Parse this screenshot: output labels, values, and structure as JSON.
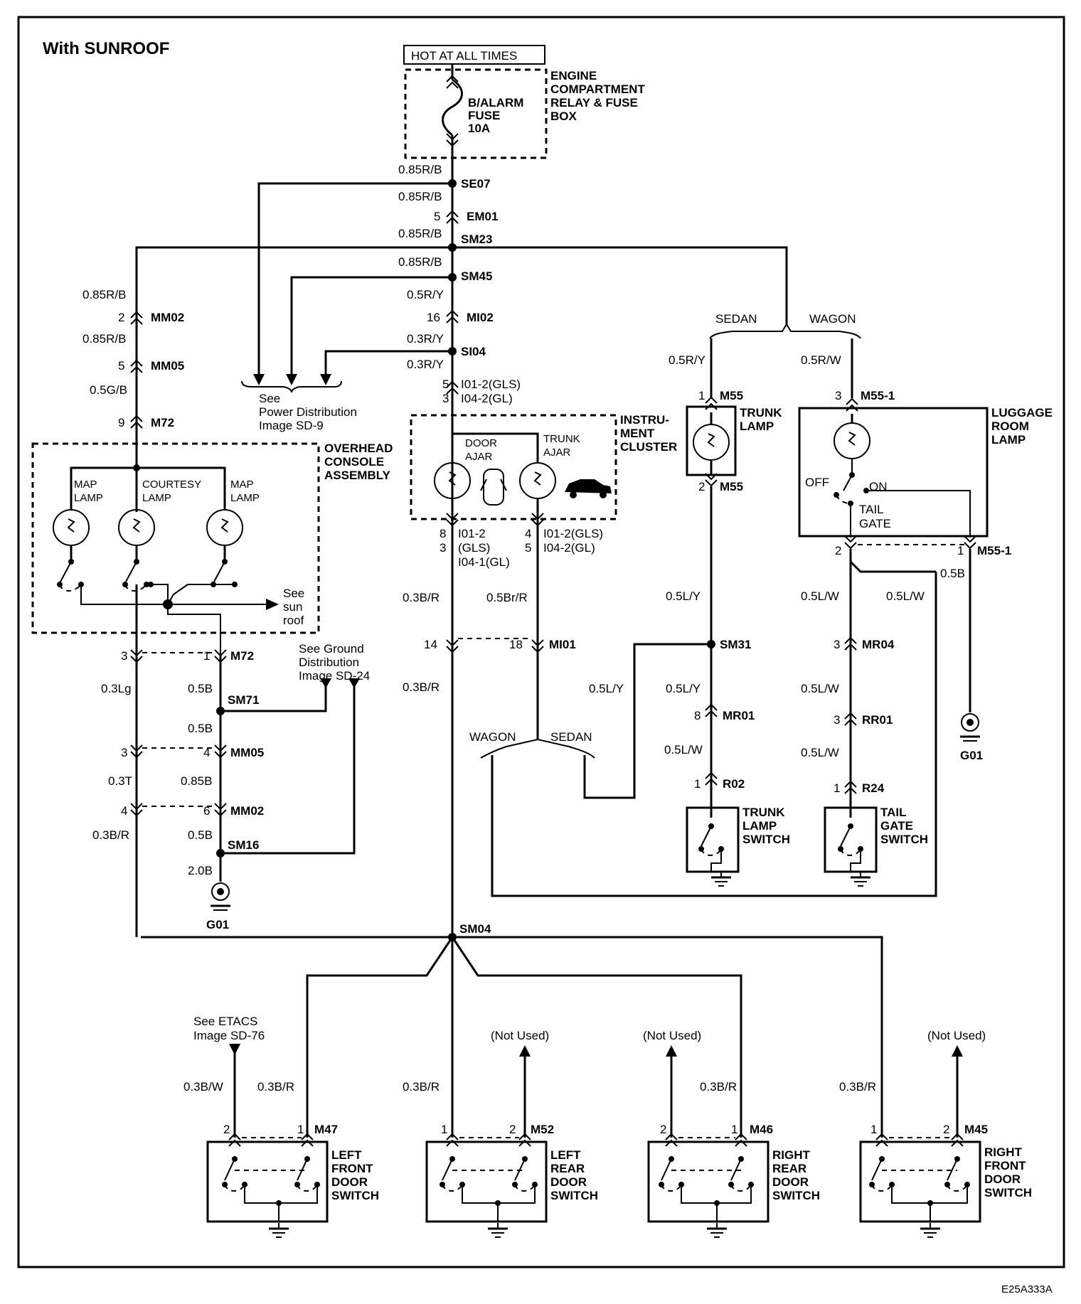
{
  "title": "With SUNROOF",
  "figure_id": "E25A333A",
  "hot": "HOT AT ALL TIMES",
  "engine_box": [
    "ENGINE",
    "COMPARTMENT",
    "RELAY & FUSE",
    "BOX"
  ],
  "fuse": [
    "B/ALARM",
    "FUSE",
    "10A"
  ],
  "wires": {
    "r_b": "0.85R/B",
    "r_y": "0.5R/Y",
    "r_y3": "0.3R/Y",
    "g_b": "0.5G/B",
    "r_w": "0.5R/W",
    "b_r3": "0.3B/R",
    "br_r": "0.5Br/R",
    "l_y": "0.5L/Y",
    "l_w": "0.5L/W",
    "b5": "0.5B",
    "lg3": "0.3Lg",
    "t3": "0.3T",
    "b85": "0.85B",
    "b20": "2.0B",
    "b_w3": "0.3B/W"
  },
  "connectors": {
    "se07": "SE07",
    "em01": "EM01",
    "sm23": "SM23",
    "sm45": "SM45",
    "mi02": "MI02",
    "si04": "SI04",
    "mm02": "MM02",
    "mm05": "MM05",
    "m72": "M72",
    "i01_2gls": "I01-2(GLS)",
    "i04_2gl": "I04-2(GL)",
    "i01_2": "I01-2",
    "gls": "(GLS)",
    "i04_1gl": "I04-1(GL)",
    "mi01": "MI01",
    "sm71": "SM71",
    "sm16": "SM16",
    "g01": "G01",
    "sm04": "SM04",
    "m55": "M55",
    "m55_1": "M55-1",
    "sm31": "SM31",
    "mr01": "MR01",
    "r02": "R02",
    "mr04": "MR04",
    "rr01": "RR01",
    "r24": "R24",
    "m47": "M47",
    "m52": "M52",
    "m46": "M46",
    "m45": "M45"
  },
  "pins": {
    "p1": "1",
    "p2": "2",
    "p3": "3",
    "p4": "4",
    "p5": "5",
    "p6": "6",
    "p8": "8",
    "p9": "9",
    "p14": "14",
    "p16": "16",
    "p18": "18"
  },
  "refs": {
    "power": [
      "See",
      "Power Distribution",
      "Image   SD-9"
    ],
    "ground": [
      "See Ground",
      "Distribution",
      "Image   SD-24"
    ],
    "etacs": [
      "See ETACS",
      "Image   SD-76"
    ],
    "sunroof": [
      "See",
      "sun",
      "roof"
    ],
    "not_used": "(Not Used)"
  },
  "overhead": [
    "OVERHEAD",
    "CONSOLE",
    "ASSEMBLY"
  ],
  "lamps": {
    "map": [
      "MAP",
      "LAMP"
    ],
    "courtesy": [
      "COURTESY",
      "LAMP"
    ],
    "door_ajar": [
      "DOOR",
      "AJAR"
    ],
    "trunk_ajar": [
      "TRUNK",
      "AJAR"
    ],
    "trunk": [
      "TRUNK",
      "LAMP"
    ],
    "luggage": [
      "LUGGAGE",
      "ROOM",
      "LAMP"
    ]
  },
  "cluster": [
    "INSTRU-",
    "MENT",
    "CLUSTER"
  ],
  "variants": {
    "sedan": "SEDAN",
    "wagon": "WAGON"
  },
  "luggage_switch": {
    "off": "OFF",
    "on": "ON",
    "tail": [
      "TAIL",
      "GATE"
    ]
  },
  "switches": {
    "trunk_lamp": [
      "TRUNK",
      "LAMP",
      "SWITCH"
    ],
    "tail_gate": [
      "TAIL",
      "GATE",
      "SWITCH"
    ],
    "left_front": [
      "LEFT",
      "FRONT",
      "DOOR",
      "SWITCH"
    ],
    "left_rear": [
      "LEFT",
      "REAR",
      "DOOR",
      "SWITCH"
    ],
    "right_rear": [
      "RIGHT",
      "REAR",
      "DOOR",
      "SWITCH"
    ],
    "right_front": [
      "RIGHT",
      "FRONT",
      "DOOR",
      "SWITCH"
    ]
  }
}
